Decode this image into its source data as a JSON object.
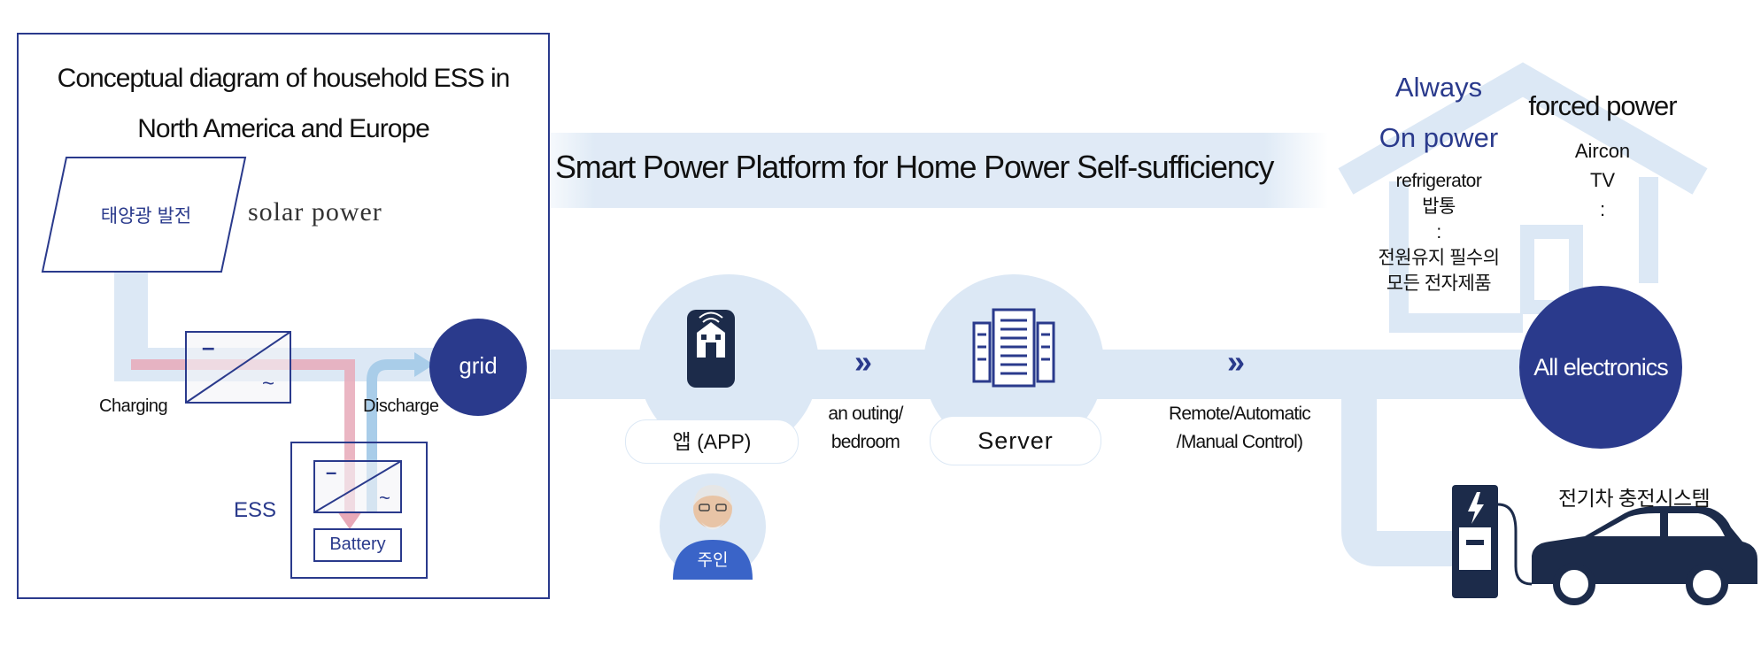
{
  "left_panel": {
    "title_line1": "Conceptual diagram of household ESS in",
    "title_line2": "North America and Europe",
    "solar_panel_label": "태양광 발전",
    "solar_caption": "solar power",
    "inverter_dash": "–",
    "inverter_tilde": "~",
    "charging_label": "Charging",
    "discharge_label": "Discharge",
    "grid_label": "grid",
    "ess_label": "ESS",
    "battery_label": "Battery"
  },
  "platform_title": "Smart Power Platform for Home Power Self-sufficiency",
  "flow": {
    "app_label": "앱 (APP)",
    "user_label": "주인",
    "chevron": "»",
    "outing_line1": "an outing/",
    "outing_line2": "bedroom",
    "server_label": "Server",
    "control_line1": "Remote/Automatic",
    "control_line2": "/Manual Control)"
  },
  "house": {
    "always_line1": "Always",
    "always_line2": "On power",
    "forced_title": "forced power",
    "always_items": [
      "refrigerator",
      "밥통",
      ":",
      "전원유지 필수의",
      "모든 전자제품"
    ],
    "forced_items": [
      "Aircon",
      "TV",
      ":"
    ],
    "all_electronics_label": "All electronics",
    "ev_label": "전기차 충전시스템"
  },
  "colors": {
    "navy": "#2a3a8c",
    "light_blue": "#dce8f5",
    "pink": "#e8a9b8",
    "frame_blue": "#2a3a8c"
  }
}
